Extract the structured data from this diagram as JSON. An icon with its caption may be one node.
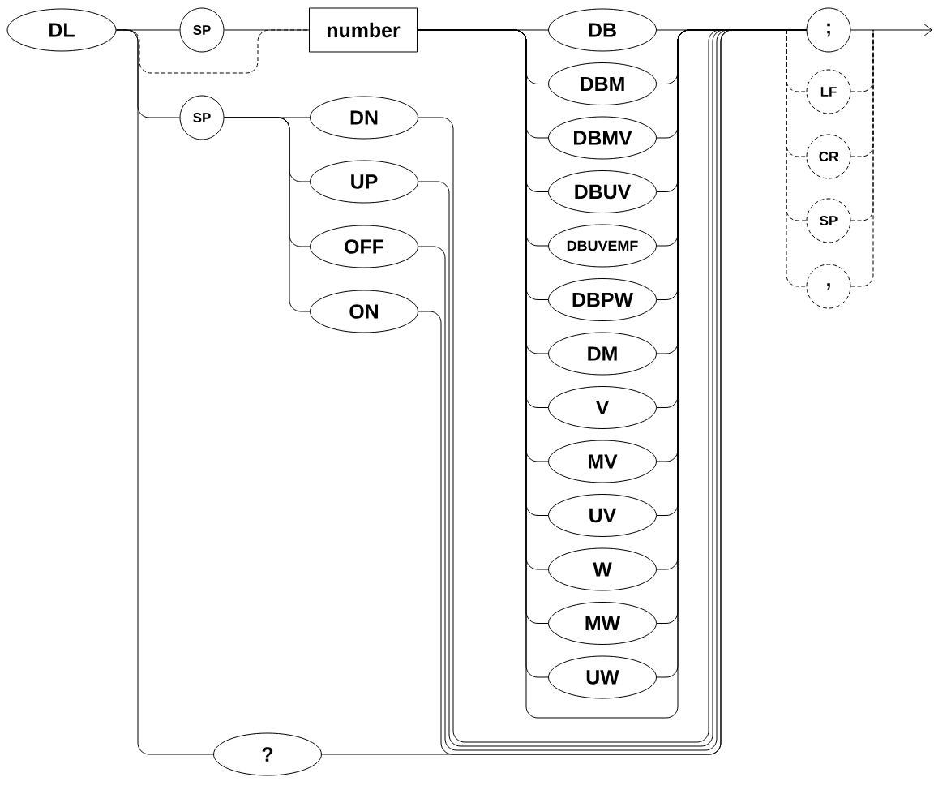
{
  "diagram": {
    "nodes": [
      {
        "text": [
          "DL"
        ]
      },
      {
        "text": [
          "SP"
        ]
      },
      {
        "text": [
          "number"
        ]
      },
      {
        "text": [
          "SP"
        ]
      },
      {
        "text": [
          "DN"
        ]
      },
      {
        "text": [
          "UP"
        ]
      },
      {
        "text": [
          "OFF"
        ]
      },
      {
        "text": [
          "ON"
        ]
      },
      {
        "text": [
          "?"
        ]
      },
      {
        "text": [
          "DB"
        ]
      },
      {
        "text": [
          "DBM"
        ]
      },
      {
        "text": [
          "DBMV"
        ]
      },
      {
        "text": [
          "DBUV"
        ]
      },
      {
        "text": [
          "DBUVEMF"
        ]
      },
      {
        "text": [
          "DBPW"
        ]
      },
      {
        "text": [
          "DM"
        ]
      },
      {
        "text": [
          "V"
        ]
      },
      {
        "text": [
          "MV"
        ]
      },
      {
        "text": [
          "UV"
        ]
      },
      {
        "text": [
          "W"
        ]
      },
      {
        "text": [
          "MW"
        ]
      },
      {
        "text": [
          "UW"
        ]
      },
      {
        "text": [
          ";"
        ]
      },
      {
        "text": [
          "LF"
        ]
      },
      {
        "text": [
          "CR"
        ]
      },
      {
        "text": [
          "SP"
        ]
      },
      {
        "text": [
          ","
        ]
      }
    ],
    "edges": [
      {
        "from": 0,
        "to": 1,
        "arrow": "none"
      },
      {
        "from": 1,
        "to": 2,
        "arrow": "none"
      },
      {
        "from": 0,
        "to": 2,
        "arrow": "none",
        "style": "dashed"
      },
      {
        "from": 0,
        "to": 3,
        "arrow": "none"
      },
      {
        "from": 0,
        "to": 8,
        "arrow": "none"
      },
      {
        "from": 3,
        "to": 4,
        "arrow": "none"
      },
      {
        "from": 3,
        "to": 5,
        "arrow": "none"
      },
      {
        "from": 3,
        "to": 6,
        "arrow": "none"
      },
      {
        "from": 3,
        "to": 7,
        "arrow": "none"
      },
      {
        "from": 2,
        "to": 9,
        "arrow": "none"
      },
      {
        "from": 2,
        "to": 10,
        "arrow": "none"
      },
      {
        "from": 2,
        "to": 11,
        "arrow": "none"
      },
      {
        "from": 2,
        "to": 12,
        "arrow": "none"
      },
      {
        "from": 2,
        "to": 13,
        "arrow": "none"
      },
      {
        "from": 2,
        "to": 14,
        "arrow": "none"
      },
      {
        "from": 2,
        "to": 15,
        "arrow": "none"
      },
      {
        "from": 2,
        "to": 16,
        "arrow": "none"
      },
      {
        "from": 2,
        "to": 17,
        "arrow": "none"
      },
      {
        "from": 2,
        "to": 18,
        "arrow": "none"
      },
      {
        "from": 2,
        "to": 19,
        "arrow": "none"
      },
      {
        "from": 2,
        "to": 20,
        "arrow": "none"
      },
      {
        "from": 2,
        "to": 21,
        "arrow": "none"
      },
      {
        "from": 2,
        "to": 22,
        "arrow": "none"
      },
      {
        "from": 9,
        "to": 22,
        "arrow": "none"
      },
      {
        "from": 10,
        "to": 22,
        "arrow": "none"
      },
      {
        "from": 11,
        "to": 22,
        "arrow": "none"
      },
      {
        "from": 12,
        "to": 22,
        "arrow": "none"
      },
      {
        "from": 13,
        "to": 22,
        "arrow": "none"
      },
      {
        "from": 14,
        "to": 22,
        "arrow": "none"
      },
      {
        "from": 15,
        "to": 22,
        "arrow": "none"
      },
      {
        "from": 16,
        "to": 22,
        "arrow": "none"
      },
      {
        "from": 17,
        "to": 22,
        "arrow": "none"
      },
      {
        "from": 18,
        "to": 22,
        "arrow": "none"
      },
      {
        "from": 19,
        "to": 22,
        "arrow": "none"
      },
      {
        "from": 20,
        "to": 22,
        "arrow": "none"
      },
      {
        "from": 21,
        "to": 22,
        "arrow": "none"
      },
      {
        "from": 4,
        "to": 22,
        "arrow": "none"
      },
      {
        "from": 5,
        "to": 22,
        "arrow": "none"
      },
      {
        "from": 6,
        "to": 22,
        "arrow": "none"
      },
      {
        "from": 7,
        "to": 22,
        "arrow": "none"
      },
      {
        "from": 8,
        "to": 22,
        "arrow": "none"
      },
      {
        "from": 22,
        "to": null,
        "arrow": "to"
      },
      {
        "from": null,
        "to": 23,
        "arrow": "none",
        "style": "dashed"
      },
      {
        "from": null,
        "to": 24,
        "arrow": "none",
        "style": "dashed"
      },
      {
        "from": null,
        "to": 25,
        "arrow": "none",
        "style": "dashed"
      },
      {
        "from": null,
        "to": 26,
        "arrow": "none",
        "style": "dashed"
      },
      {
        "from": 23,
        "to": null,
        "arrow": "none",
        "style": "dashed"
      },
      {
        "from": 24,
        "to": null,
        "arrow": "none",
        "style": "dashed"
      },
      {
        "from": 25,
        "to": null,
        "arrow": "none",
        "style": "dashed"
      },
      {
        "from": 26,
        "to": null,
        "arrow": "none",
        "style": "dashed"
      }
    ]
  }
}
